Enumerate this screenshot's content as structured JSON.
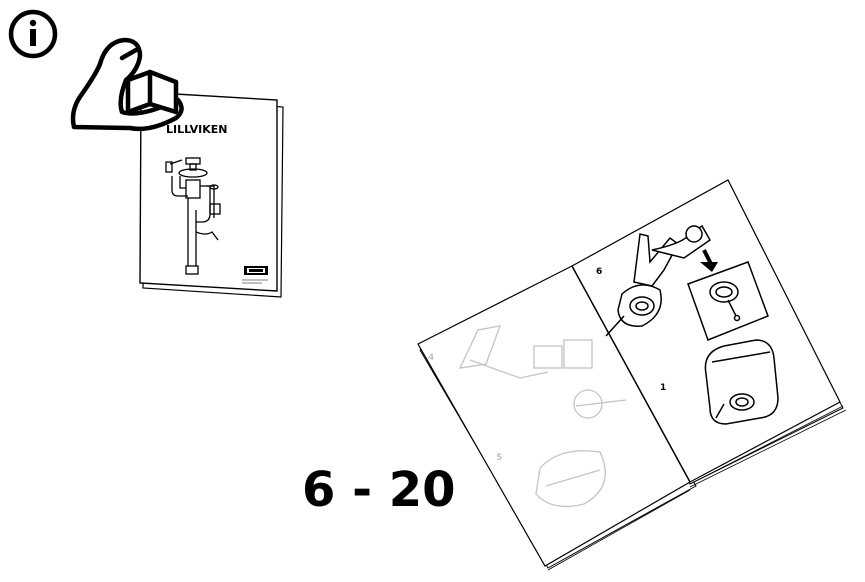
{
  "info_icon": {
    "icon": "info-circle-icon",
    "glyph": "i"
  },
  "reader_icon": {
    "icon": "person-reading-manual-icon"
  },
  "manual": {
    "title": "LILLVIKEN",
    "logo": "ikea-logo-icon"
  },
  "open_booklet": {
    "right_page_label_top": "6",
    "right_page_label_bottom": "1",
    "left_page_label_top": "4",
    "left_page_label_bottom": "5"
  },
  "page_range": "6 - 20"
}
